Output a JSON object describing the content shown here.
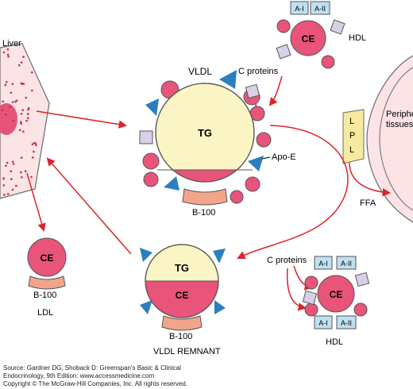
{
  "labels": {
    "liver": "Liver",
    "vldl": "VLDL",
    "hdl_top": "HDL",
    "c_proteins_top": "C proteins",
    "peripheral_tissues_1": "Peripheral",
    "peripheral_tissues_2": "tissues",
    "apo_e": "Apo-E",
    "b100_vldl": "B-100",
    "lpl": [
      "L",
      "P",
      "L"
    ],
    "ffa": "FFA",
    "ldl_ce": "CE",
    "ldl_b100": "B-100",
    "ldl": "LDL",
    "remnant_tg": "TG",
    "remnant_ce": "CE",
    "remnant_b100": "B-100",
    "vldl_remnant": "VLDL REMNANT",
    "c_proteins_bottom": "C proteins",
    "hdl_bottom": "HDL",
    "vldl_tg": "TG",
    "hdl_top_ce": "CE",
    "hdl_bottom_ce": "CE",
    "apo_ai": "A-I",
    "apo_aii": "A-II"
  },
  "footer": {
    "source_1": "Source: Gardner DG, Shoback D: Greenspan's Basic & Clinical",
    "source_2": "Endocrinology, 9th Edition: www.accessmedicine.com",
    "copyright": "Copyright © The McGraw-Hill Companies, Inc. All rights reserved."
  },
  "colors": {
    "pink": "#e8547a",
    "pink_light": "#f08aa3",
    "cream": "#fbf4c4",
    "salmon": "#f2a58a",
    "triangle": "#2a7fc1",
    "square_fill": "#d8d0e6",
    "apo_box": "#bfe0f0",
    "lpl": "#f6eaa0",
    "liver_fill": "#fbe3e6",
    "arrow": "#d9252a"
  }
}
